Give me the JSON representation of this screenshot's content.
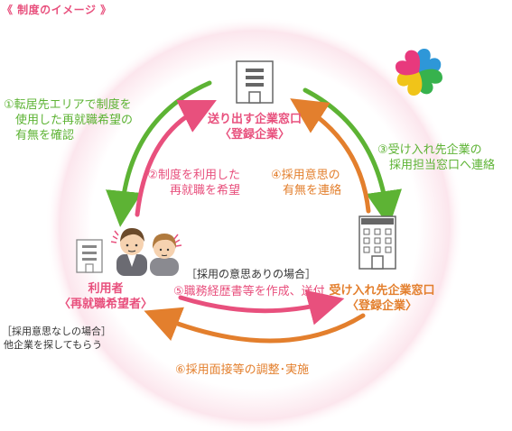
{
  "title": "《 制度のイメージ 》",
  "colors": {
    "pink": "#e8507d",
    "green": "#5db334",
    "orange": "#e37f2d",
    "halo": "#fbe3ea"
  },
  "nodes": {
    "sender": {
      "line1": "送り出す企業窓口",
      "line2": "〈登録企業〉",
      "icon": "office-building-icon"
    },
    "receiver": {
      "line1": "受け入れ先企業窓口",
      "line2": "〈登録企業〉",
      "icon": "tall-office-building-icon"
    },
    "user": {
      "line1": "利用者",
      "line2": "〈再就職希望者〉",
      "icon": "people-icon"
    }
  },
  "steps": {
    "s1": [
      "①転居先エリアで制度を",
      "使用した再就職希望の",
      "有無を確認"
    ],
    "s2": [
      "②制度を利用した",
      "再就職を希望"
    ],
    "s3": [
      "③受け入れ先企業の",
      "採用担当窓口へ連絡"
    ],
    "s4": [
      "④採用意思の",
      "有無を連絡"
    ],
    "s5_condition": "［採用の意思ありの場合］",
    "s5": "⑤職務経歴書等を作成、送付",
    "s6": "⑥採用面接等の調整･実施",
    "no_hire": [
      "［採用意思なしの場合］",
      "他企業を探してもらう"
    ]
  },
  "logo": {
    "name": "clover-heart-logo",
    "colors": [
      "#2e97d8",
      "#f0c419",
      "#e8397d",
      "#37b24d"
    ]
  }
}
